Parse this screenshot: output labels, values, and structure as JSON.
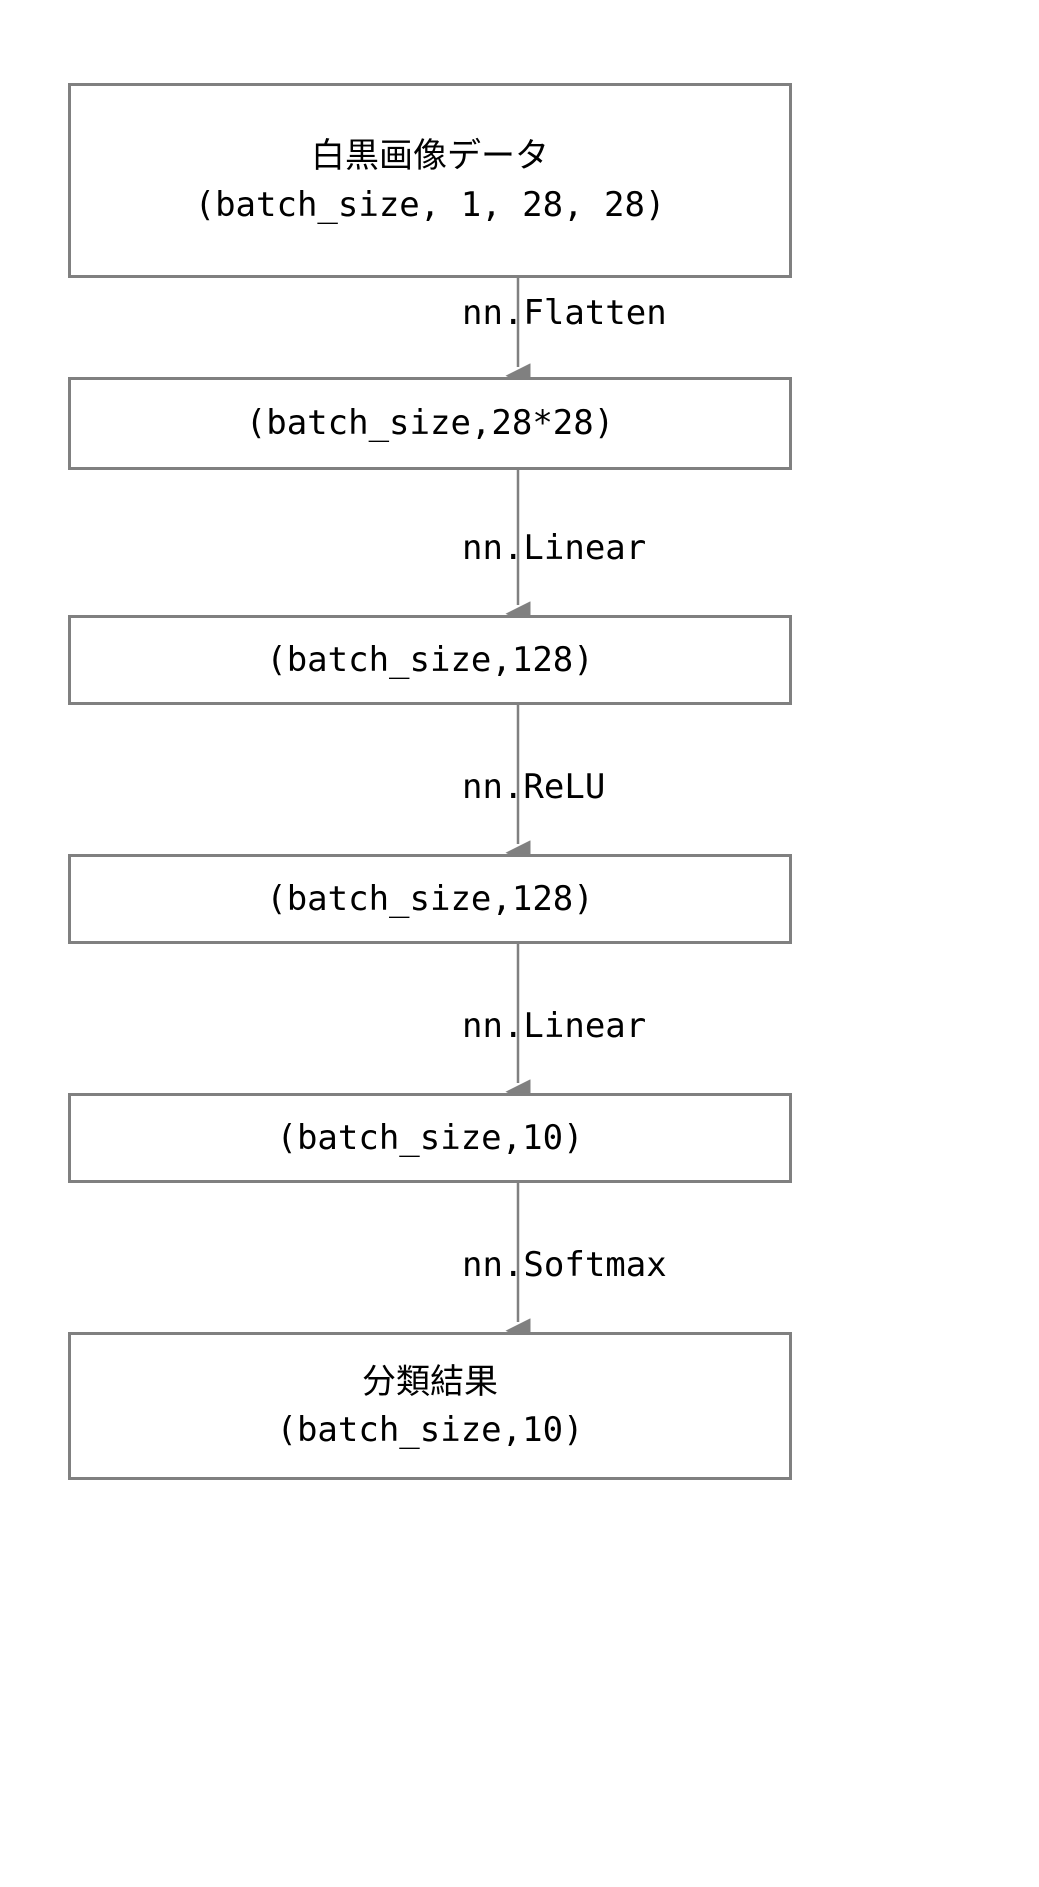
{
  "diagram": {
    "title": "PyTorch MNIST classifier tensor shape flow",
    "background_color": "#ffffff",
    "node_border_color": "#808080",
    "edge_color": "#808080",
    "text_color": "#000000",
    "nodes": [
      {
        "id": "input",
        "line1": "白黒画像データ",
        "line2": "(batch_size, 1, 28, 28)"
      },
      {
        "id": "flattened",
        "line1": "(batch_size,28*28)"
      },
      {
        "id": "linear1-out",
        "line1": "(batch_size,128)"
      },
      {
        "id": "relu-out",
        "line1": "(batch_size,128)"
      },
      {
        "id": "linear2-out",
        "line1": "(batch_size,10)"
      },
      {
        "id": "output",
        "line1": "分類結果",
        "line2": "(batch_size,10)"
      }
    ],
    "edges": [
      {
        "id": "e1",
        "label": "nn.Flatten"
      },
      {
        "id": "e2",
        "label": "nn.Linear"
      },
      {
        "id": "e3",
        "label": "nn.ReLU"
      },
      {
        "id": "e4",
        "label": "nn.Linear"
      },
      {
        "id": "e5",
        "label": "nn.Softmax"
      }
    ]
  }
}
